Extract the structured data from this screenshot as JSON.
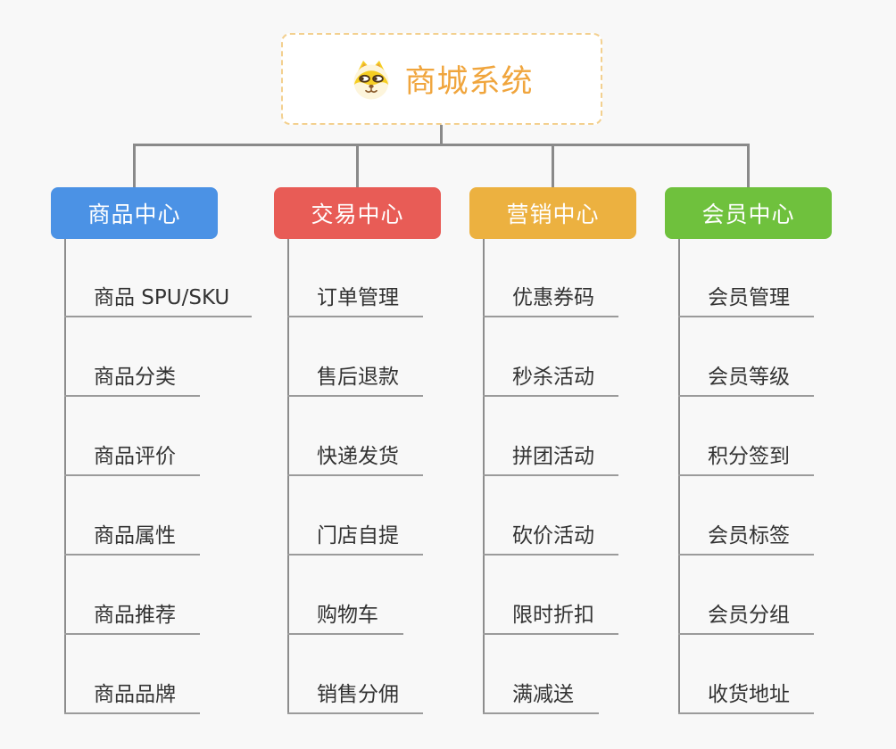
{
  "root": {
    "label": "商城系统",
    "icon": "dog-face-icon",
    "accent_color": "#f0a53d",
    "border_color": "#f3d08f"
  },
  "canvas": {
    "background": "#f8f8f8",
    "connector_color": "#8a8a8a",
    "leaf_underline_color": "#9b9b9b",
    "leaf_text_color": "#333333"
  },
  "branches": [
    {
      "label": "商品中心",
      "color": "#4b92e5",
      "items": [
        "商品 SPU/SKU",
        "商品分类",
        "商品评价",
        "商品属性",
        "商品推荐",
        "商品品牌"
      ]
    },
    {
      "label": "交易中心",
      "color": "#e85c56",
      "items": [
        "订单管理",
        "售后退款",
        "快递发货",
        "门店自提",
        "购物车",
        "销售分佣"
      ]
    },
    {
      "label": "营销中心",
      "color": "#ecb140",
      "items": [
        "优惠券码",
        "秒杀活动",
        "拼团活动",
        "砍价活动",
        "限时折扣",
        "满减送"
      ]
    },
    {
      "label": "会员中心",
      "color": "#6fc13d",
      "items": [
        "会员管理",
        "会员等级",
        "积分签到",
        "会员标签",
        "会员分组",
        "收货地址"
      ]
    }
  ]
}
